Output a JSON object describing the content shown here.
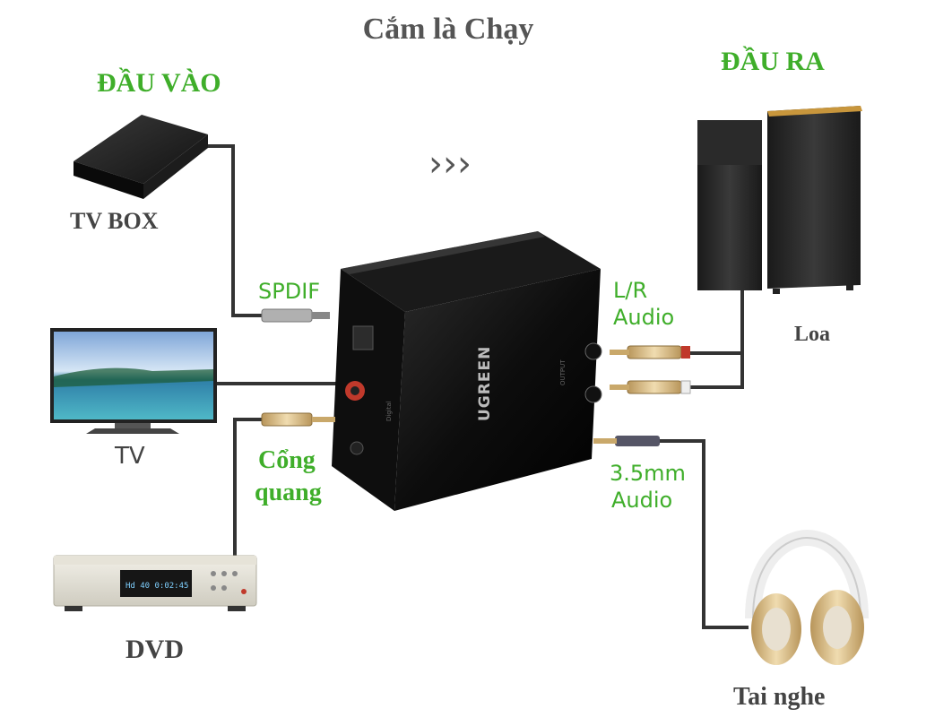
{
  "title": "Cắm là Chạy",
  "labels": {
    "input_header": "ĐẦU VÀO",
    "output_header": "ĐẦU RA",
    "tv_box": "TV BOX",
    "tv": "TV",
    "dvd": "DVD",
    "spdif": "SPDIF",
    "coax_line1": "Cổng",
    "coax_line2": "quang",
    "lr_line1": "L/R",
    "lr_line2": "Audio",
    "jack_line1": "3.5mm",
    "jack_line2": "Audio",
    "speakers": "Loa",
    "headphones": "Tai nghe"
  },
  "device": {
    "brand": "UGREEN",
    "input_side_text": "Digital",
    "output_side_text": "OUTPUT",
    "dvd_display": "Hd 40 0:02:45"
  },
  "flow_arrows": "›››",
  "colors": {
    "green_label": "#3fae2a",
    "title_gray": "#555555",
    "cable": "#333333",
    "converter_body": "#111111",
    "rca_red": "#c0392b",
    "headphone_gold": "#d9b98a"
  }
}
